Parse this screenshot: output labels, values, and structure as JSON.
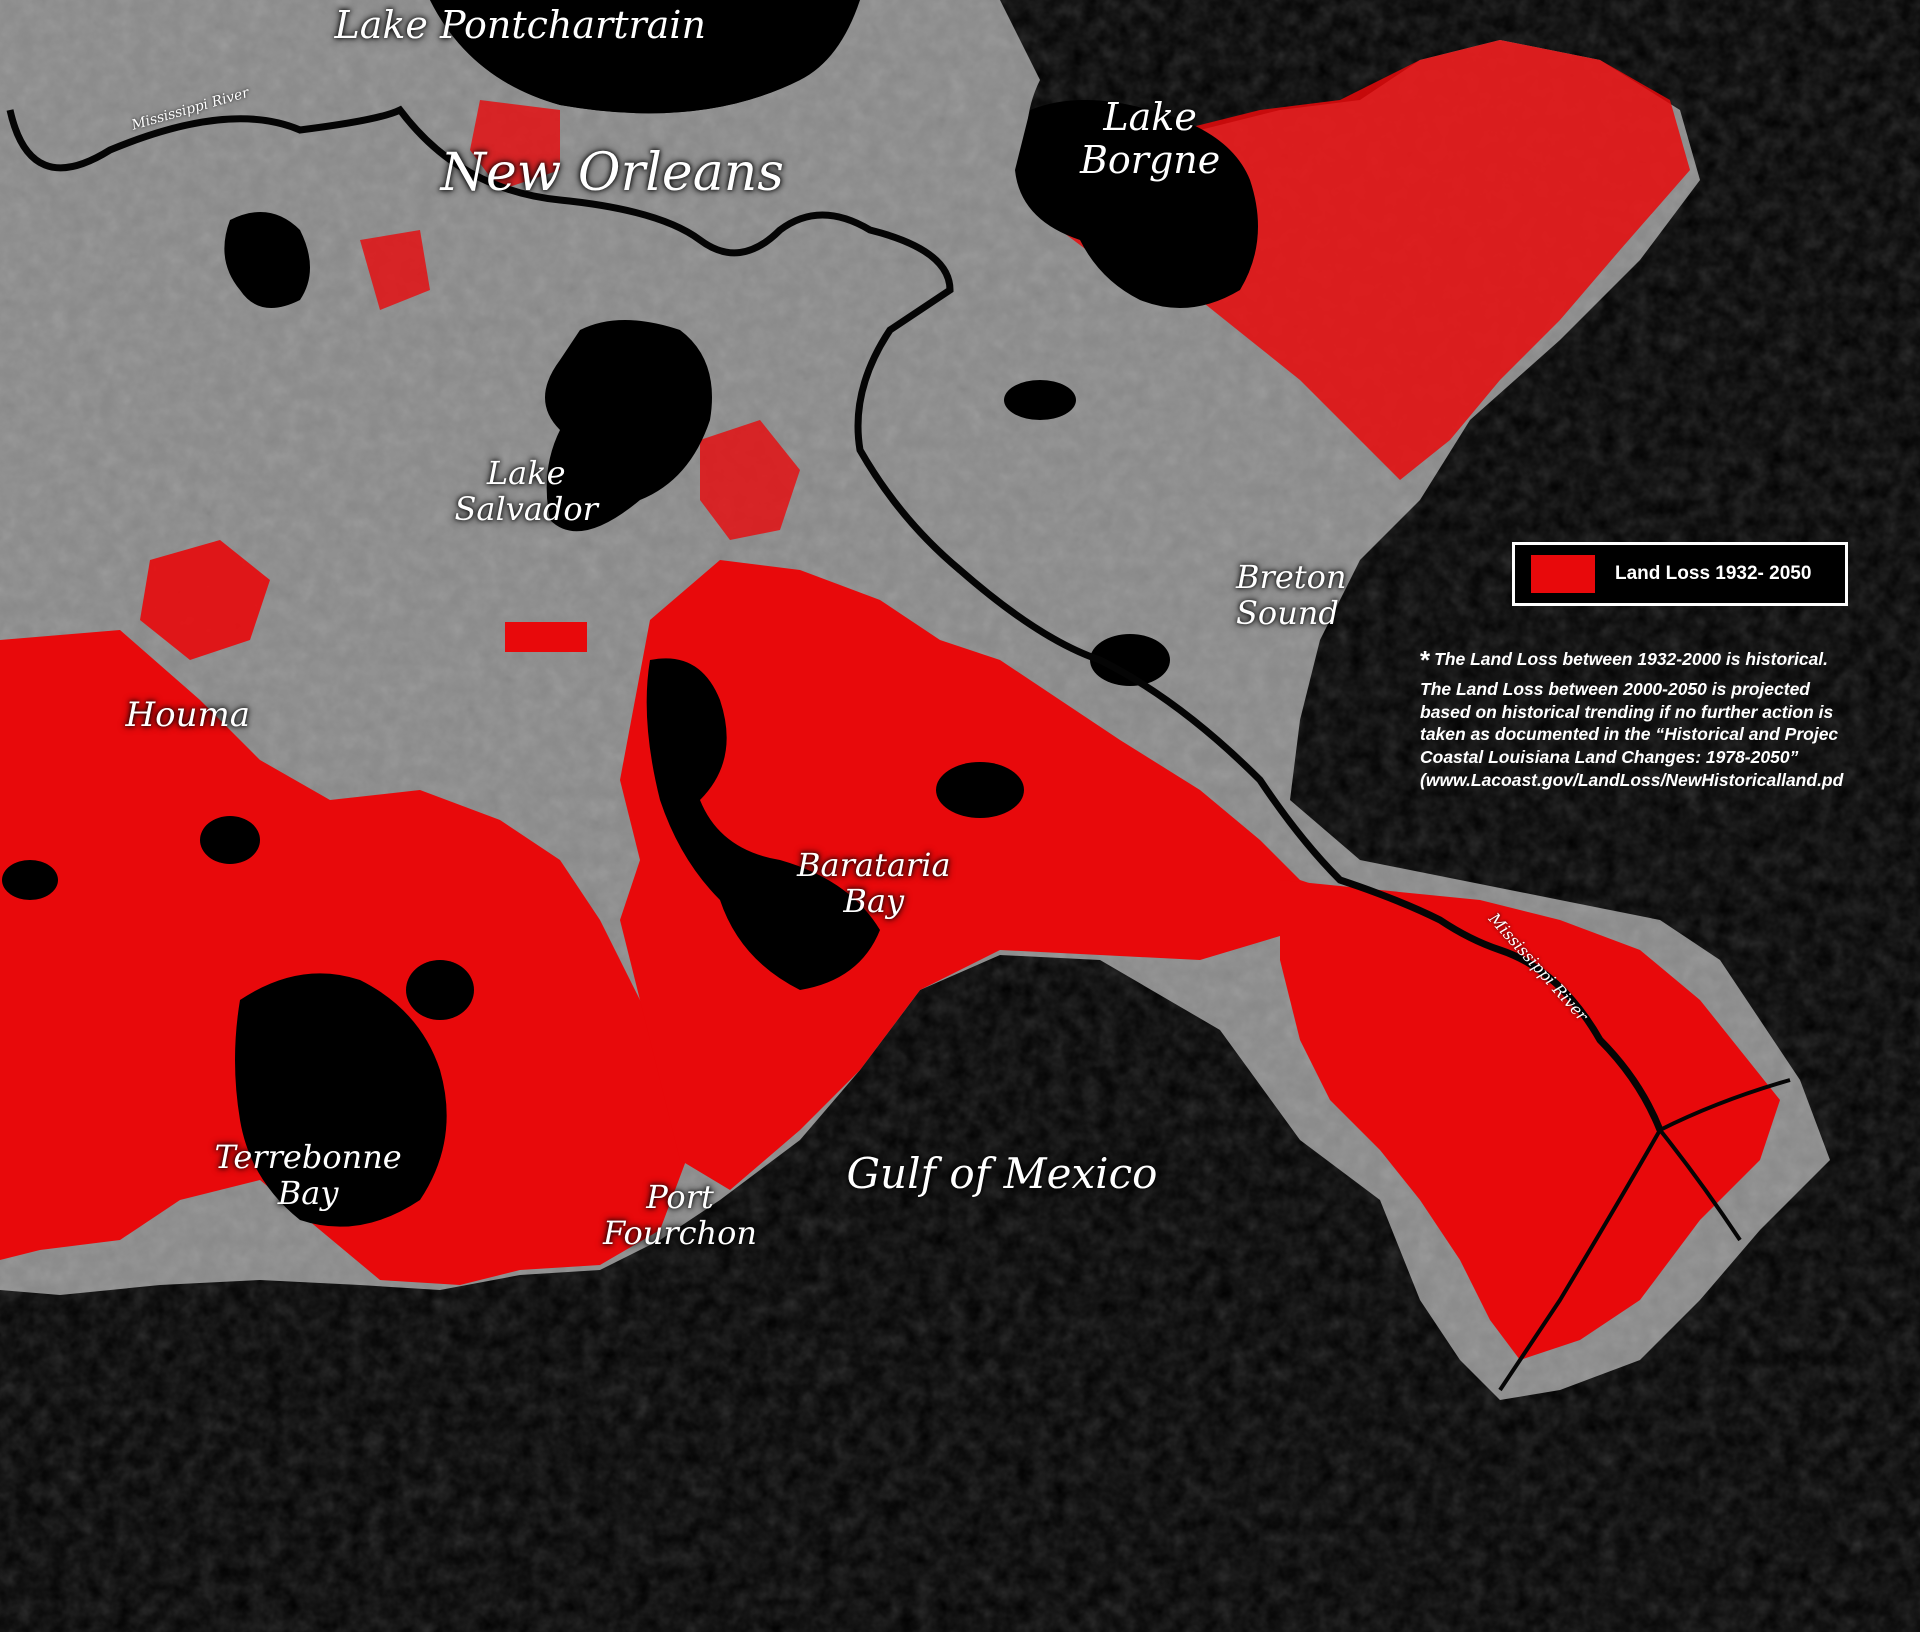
{
  "colors": {
    "land_loss": "#e8090b",
    "water": "#000000",
    "land": "#8a8a8a",
    "river": "#050505"
  },
  "places": {
    "lake_pontchartrain": "Lake Pontchartrain",
    "new_orleans": "New Orleans",
    "lake_borgne": "Lake\nBorgne",
    "lake_salvador": "Lake\nSalvador",
    "breton_sound": "Breton\n   Sound",
    "houma": "Houma",
    "barataria_bay": "Barataria\nBay",
    "terrebonne_bay": "Terrebonne\nBay",
    "port_fourchon": "Port\nFourchon",
    "gulf_of_mexico": "Gulf of Mexico"
  },
  "river_labels": {
    "upper": "Mississippi River",
    "lower": "Mississippi River"
  },
  "legend": {
    "label": "Land Loss 1932- 2050"
  },
  "footnote": {
    "star": "*",
    "text": "The Land Loss between 1932-2000 is historical.\nThe Land Loss between 2000-2050 is projected\nbased on historical trending if no further action is\ntaken as documented in the “Historical and Projec\nCoastal Louisiana Land Changes: 1978-2050”\n(www.Lacoast.gov/LandLoss/NewHistoricalland.pd"
  }
}
